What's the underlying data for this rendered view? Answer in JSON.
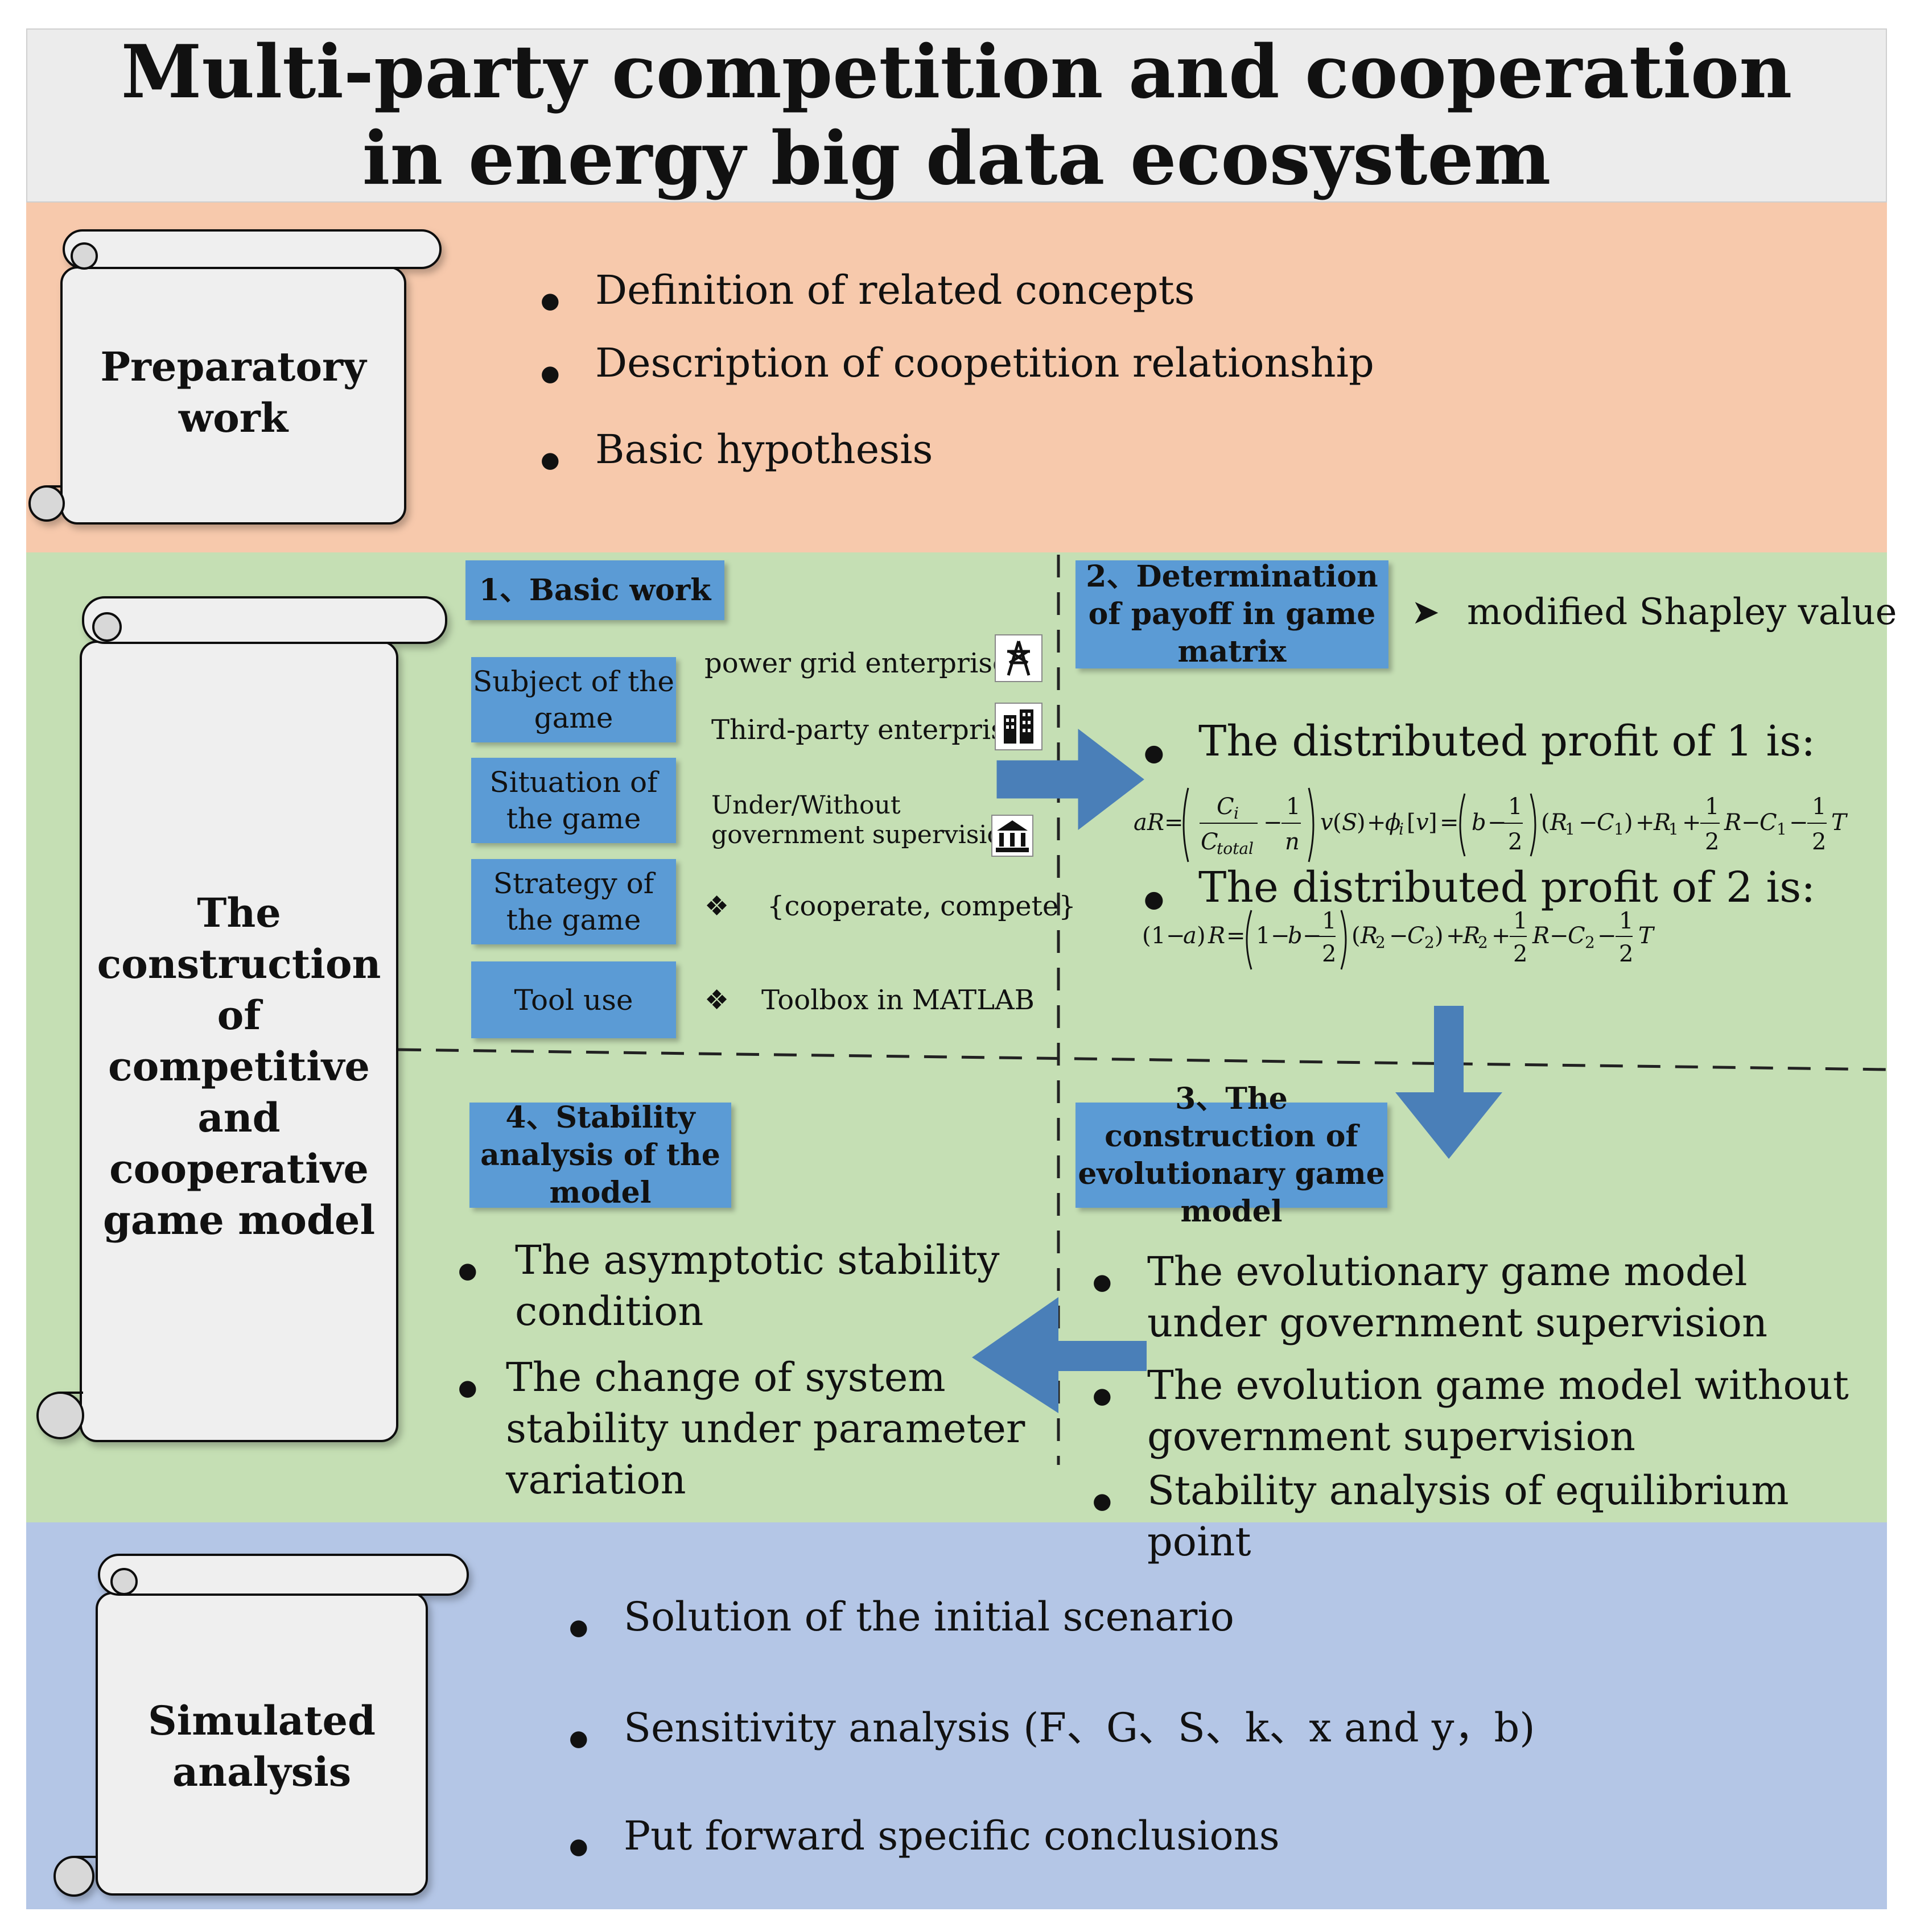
{
  "title": "Multi-party competition and cooperation in energy big data ecosystem",
  "sections": {
    "preparatory": {
      "label": "Preparatory work",
      "bullets": [
        "Definition of related concepts",
        "Description of coopetition relationship",
        "Basic hypothesis"
      ]
    },
    "model": {
      "label": "The construction of competitive and cooperative game model",
      "basic_work": {
        "header": "1、Basic work",
        "rows": [
          {
            "category": "Subject of the game",
            "items": [
              "power grid enterprises",
              "Third-party enterprise"
            ]
          },
          {
            "category": "Situation of the game",
            "items": [
              "Under/Without government supervision"
            ]
          },
          {
            "category": "Strategy of the game",
            "items": [
              "{cooperate, compete}"
            ]
          },
          {
            "category": "Tool use",
            "items": [
              "Toolbox in MATLAB"
            ]
          }
        ]
      },
      "payoff": {
        "header": "2、Determination of payoff in game matrix",
        "note": "modified Shapley value",
        "bullet1": "The distributed profit of 1 is:",
        "bullet2": "The distributed profit of 2 is:"
      },
      "evolutionary": {
        "header": "3、The construction of evolutionary game model",
        "bullets": [
          "The evolutionary game model under government supervision",
          "The evolution game model without government supervision",
          "Stability analysis of equilibrium point"
        ]
      },
      "stability": {
        "header": "4、Stability analysis of the model",
        "bullets": [
          "The asymptotic stability condition",
          "The change of system stability under parameter variation"
        ]
      }
    },
    "simulated": {
      "label": "Simulated analysis",
      "bullets": [
        "Solution of the initial scenario",
        "Sensitivity analysis (F、G、S、k、x and y，b)",
        "Put forward specific conclusions"
      ]
    }
  },
  "colors": {
    "prep": "#f7c9ac",
    "model": "#c5dfb4",
    "sim": "#b4c6e6",
    "header_blue": "#5b9bd5",
    "arrow": "#4a7fb8"
  },
  "icons": [
    "transmission-tower-icon",
    "office-building-icon",
    "government-building-icon",
    "diamond-bullet-icon",
    "arrowhead-bullet-icon"
  ]
}
